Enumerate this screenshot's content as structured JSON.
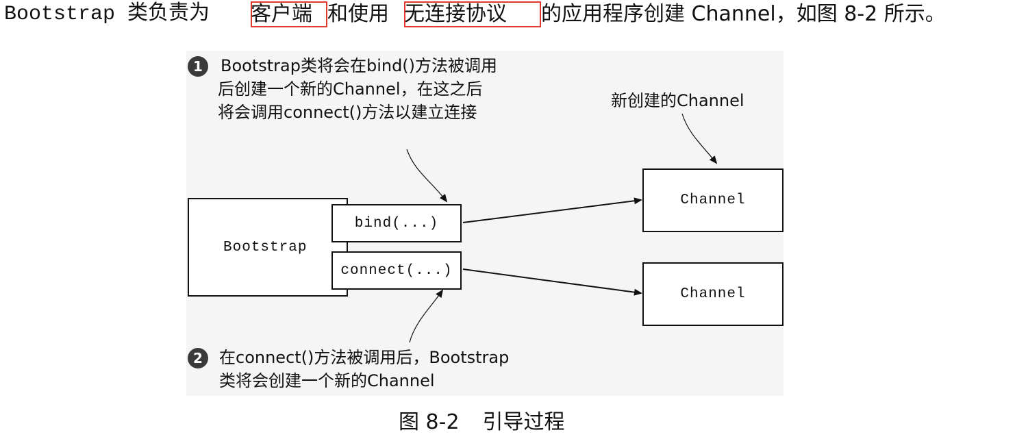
{
  "top_line": {
    "seg1": "Bootstrap 类负责为",
    "seg2": "客户端",
    "seg3": "和使用",
    "seg4": "无连接协议",
    "seg5": "的应用程序创建 Channel，如图 8-2 所示。",
    "highlight_color": "#e03a2f"
  },
  "figure": {
    "bootstrap_label": "Bootstrap",
    "bind_label": "bind(...)",
    "connect_label": "connect(...)",
    "channel_top_label": "Channel",
    "channel_bottom_label": "Channel",
    "new_channel_note": "新创建的Channel",
    "note1": {
      "number": "1",
      "line1": "Bootstrap类将会在bind()方法被调用",
      "line2": "后创建一个新的Channel，在这之后",
      "line3": "将会调用connect()方法以建立连接"
    },
    "note2": {
      "number": "2",
      "line1": "在connect()方法被调用后，Bootstrap",
      "line2": "类将会创建一个新的Channel"
    }
  },
  "caption": {
    "figure_number": "图 8-2",
    "title": "引导过程"
  }
}
